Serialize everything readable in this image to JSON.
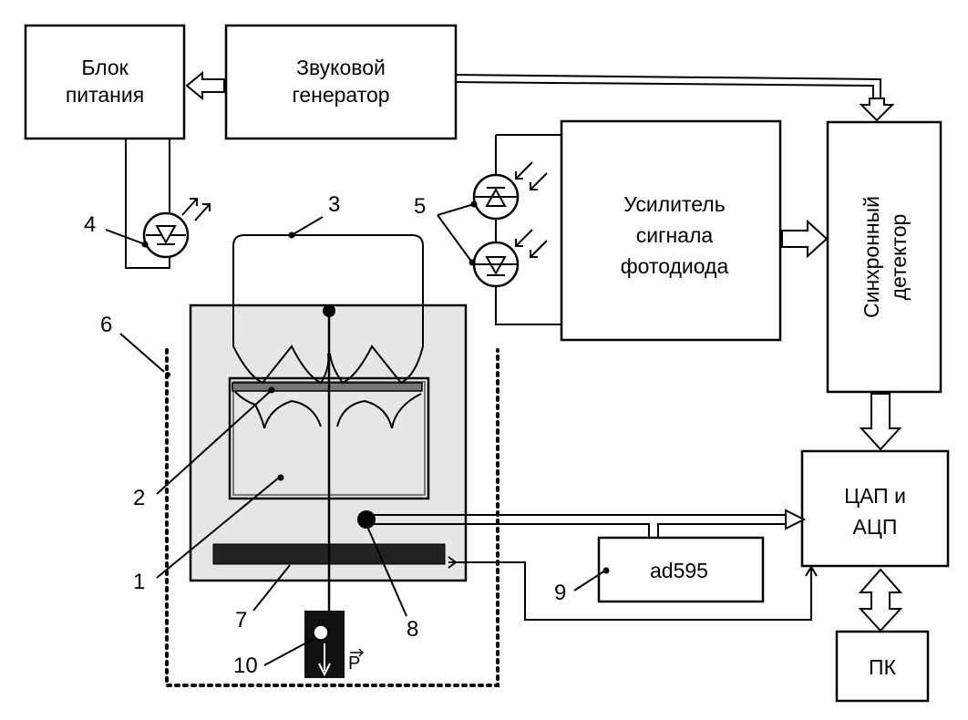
{
  "blocks": {
    "power_line1": "Блок",
    "power_line2": "питания",
    "generator_line1": "Звуковой",
    "generator_line2": "генератор",
    "amplifier_line1": "Усилитель",
    "amplifier_line2": "сигнала",
    "amplifier_line3": "фотодиода",
    "sync_line1": "Синхронный",
    "sync_line2": "детектор",
    "dac_line1": "ЦАП и",
    "dac_line2": "АЦП",
    "ad595": "ad595",
    "pc": "ПК"
  },
  "labels": {
    "n1": "1",
    "n2": "2",
    "n3": "3",
    "n4": "4",
    "n5": "5",
    "n6": "6",
    "n7": "7",
    "n8": "8",
    "n9": "9",
    "n10": "10"
  },
  "vector_label": "P"
}
